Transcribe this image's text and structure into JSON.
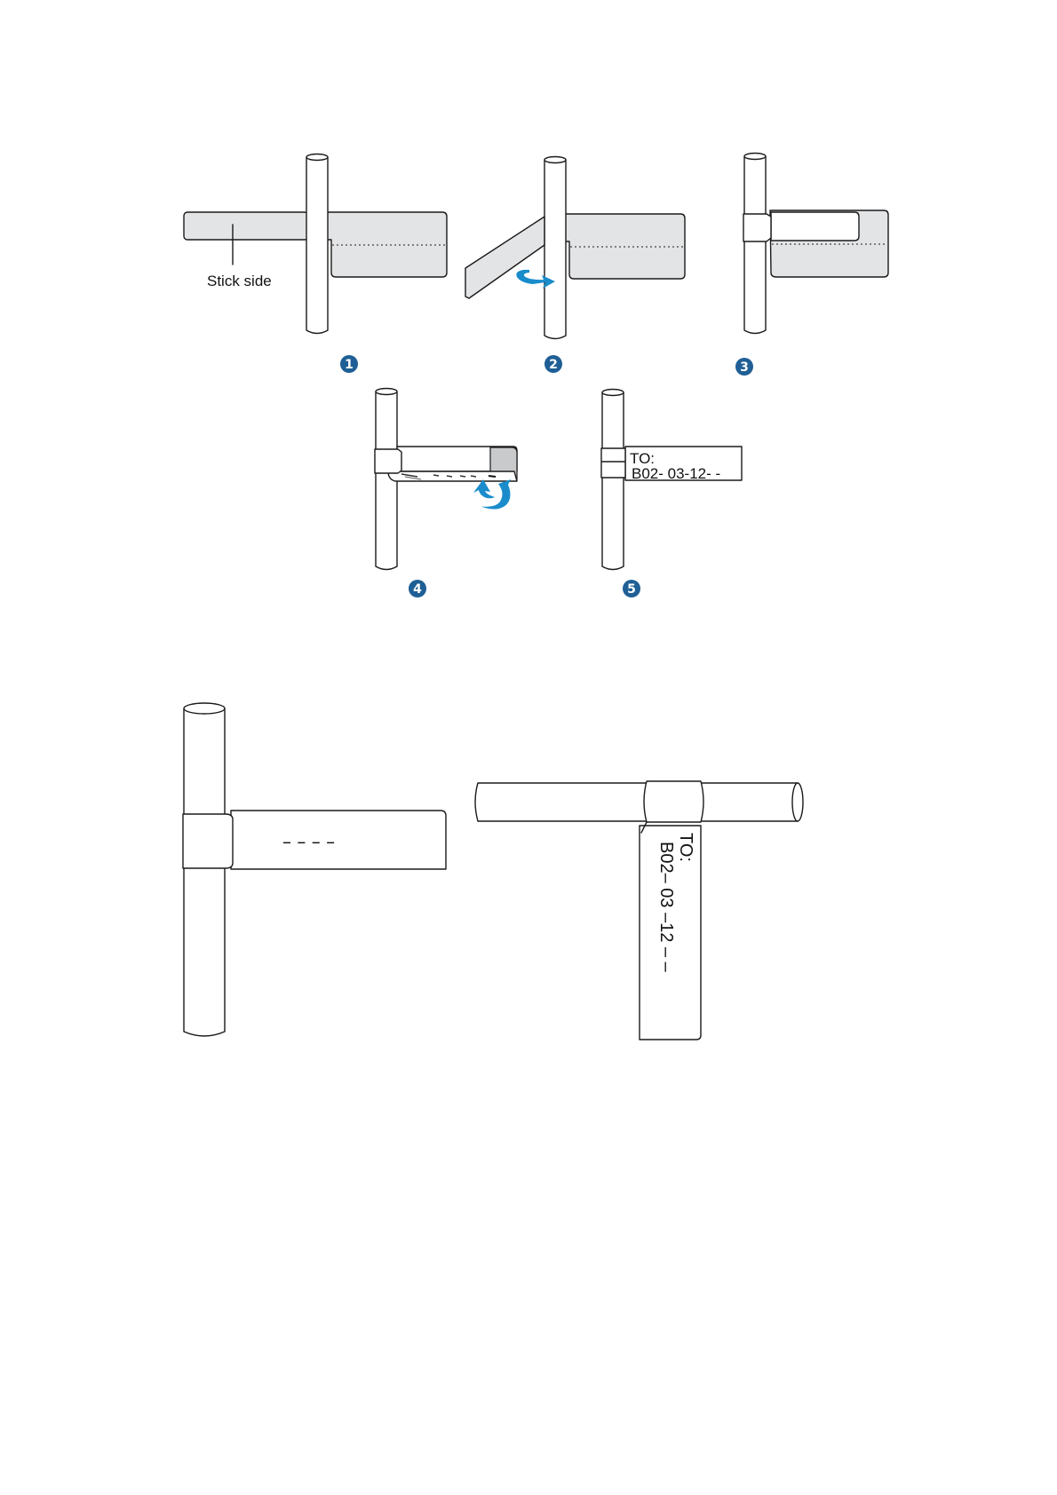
{
  "callout": {
    "stick_side": "Stick side"
  },
  "steps": [
    {
      "number": "1"
    },
    {
      "number": "2"
    },
    {
      "number": "3"
    },
    {
      "number": "4"
    },
    {
      "number": "5"
    }
  ],
  "label_small": {
    "line1": "TO:",
    "line2": "B02- 03-12-  -"
  },
  "label_horizontal": {
    "text": "–    –    – –"
  },
  "label_vertical": {
    "line1": "TO:",
    "line2": "B02– 03 –12 – –"
  },
  "colors": {
    "arrow": "#1a8ccb",
    "badge": "#1f5f95",
    "stick_side_fill": "#e3e4e6"
  }
}
